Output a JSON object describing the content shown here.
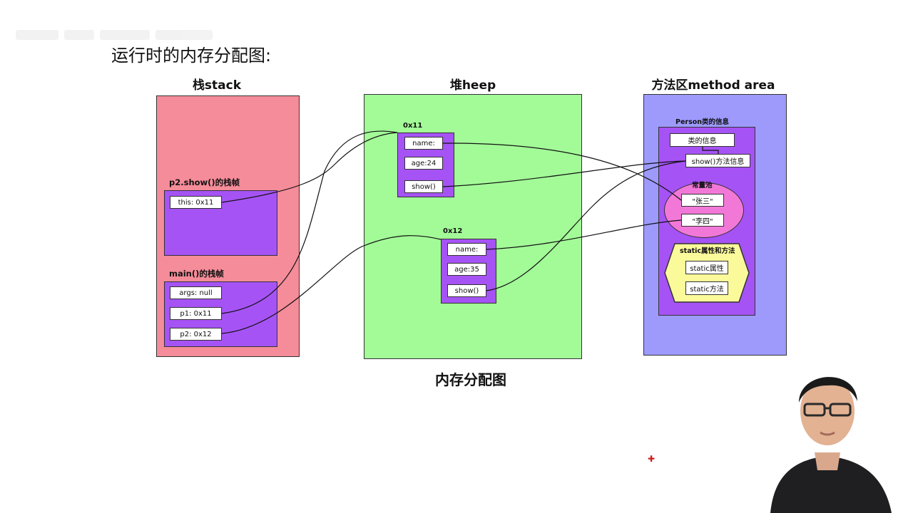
{
  "slide_title": "运行时的内存分配图:",
  "bottom_title": "内存分配图",
  "stack": {
    "title": "栈stack",
    "frame_show": {
      "label": "p2.show()的栈帧",
      "this_cell": "this:  0x11"
    },
    "frame_main": {
      "label": "main()的栈帧",
      "args_cell": "args: null",
      "p1_cell": "p1:  0x11",
      "p2_cell": "p2:  0x12"
    }
  },
  "heap": {
    "title": "堆heep",
    "obj1": {
      "address": "0x11",
      "name_cell": "name:",
      "age_cell": "age:24",
      "show_cell": "show()"
    },
    "obj2": {
      "address": "0x12",
      "name_cell": "name:",
      "age_cell": "age:35",
      "show_cell": "show()"
    }
  },
  "method_area": {
    "title": "方法区method area",
    "class_label": "Person类的信息",
    "class_info": "类的信息",
    "show_info": "show()方法信息",
    "constant_pool": {
      "label": "常量池",
      "items": [
        "\"张三\"",
        "\"李四\""
      ]
    },
    "static_area": {
      "label": "static属性和方法",
      "items": [
        "static属性",
        "static方法"
      ]
    }
  },
  "colors": {
    "stack": "#f58c99",
    "heap": "#a3fb98",
    "method_area": "#9d9afc",
    "frame": "#a653f5",
    "constant_pool": "#f278d8",
    "static_area": "#fbfa9b"
  }
}
